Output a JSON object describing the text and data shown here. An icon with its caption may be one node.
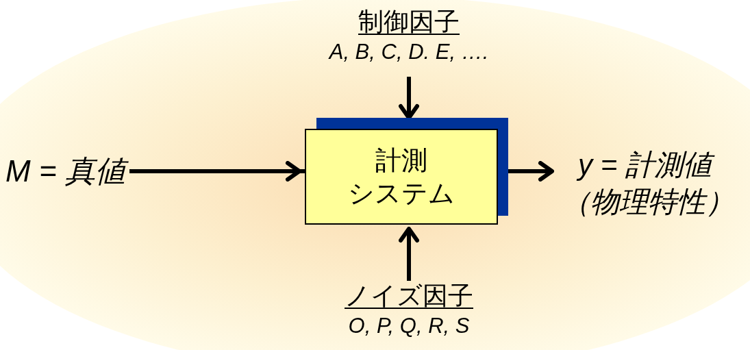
{
  "diagram": {
    "nodes": [
      {
        "text": [
          "制御因子",
          "A, B, C, D. E, …."
        ]
      },
      {
        "text": [
          "M = 真値"
        ]
      },
      {
        "text": [
          "計測システム"
        ]
      },
      {
        "text": [
          "y = 計測値",
          "（物理特性）"
        ]
      },
      {
        "text": [
          "ノイズ因子",
          "O, P, Q, R, S"
        ]
      }
    ],
    "edges": [
      {
        "from": 0,
        "to": 2,
        "arrow": "to"
      },
      {
        "from": 1,
        "to": 2,
        "arrow": "to"
      },
      {
        "from": 2,
        "to": 3,
        "arrow": "to"
      },
      {
        "from": 4,
        "to": 2,
        "arrow": "to"
      }
    ]
  }
}
